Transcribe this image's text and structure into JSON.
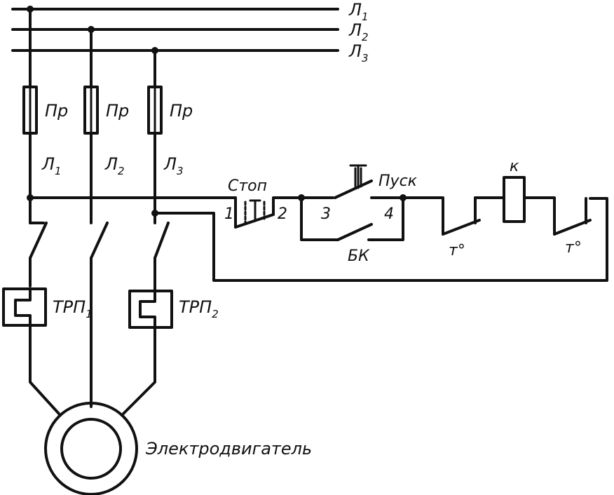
{
  "lines": [
    {
      "letter": "Л",
      "sub": "1"
    },
    {
      "letter": "Л",
      "sub": "2"
    },
    {
      "letter": "Л",
      "sub": "3"
    }
  ],
  "fuse_label": "Пр",
  "phase_labels": [
    {
      "letter": "Л",
      "sub": "1"
    },
    {
      "letter": "Л",
      "sub": "2"
    },
    {
      "letter": "Л",
      "sub": "3"
    }
  ],
  "stop_label": "Стоп",
  "start_label": "Пуск",
  "contactor_label": "к",
  "blocking_contact_label": "БК",
  "thermal_contact_label": "т°",
  "terminals": [
    "1",
    "2",
    "3",
    "4"
  ],
  "thermal_relays": [
    {
      "letter": "ТРП",
      "sub": "1"
    },
    {
      "letter": "ТРП",
      "sub": "2"
    }
  ],
  "motor_label": "Электродвигатель"
}
